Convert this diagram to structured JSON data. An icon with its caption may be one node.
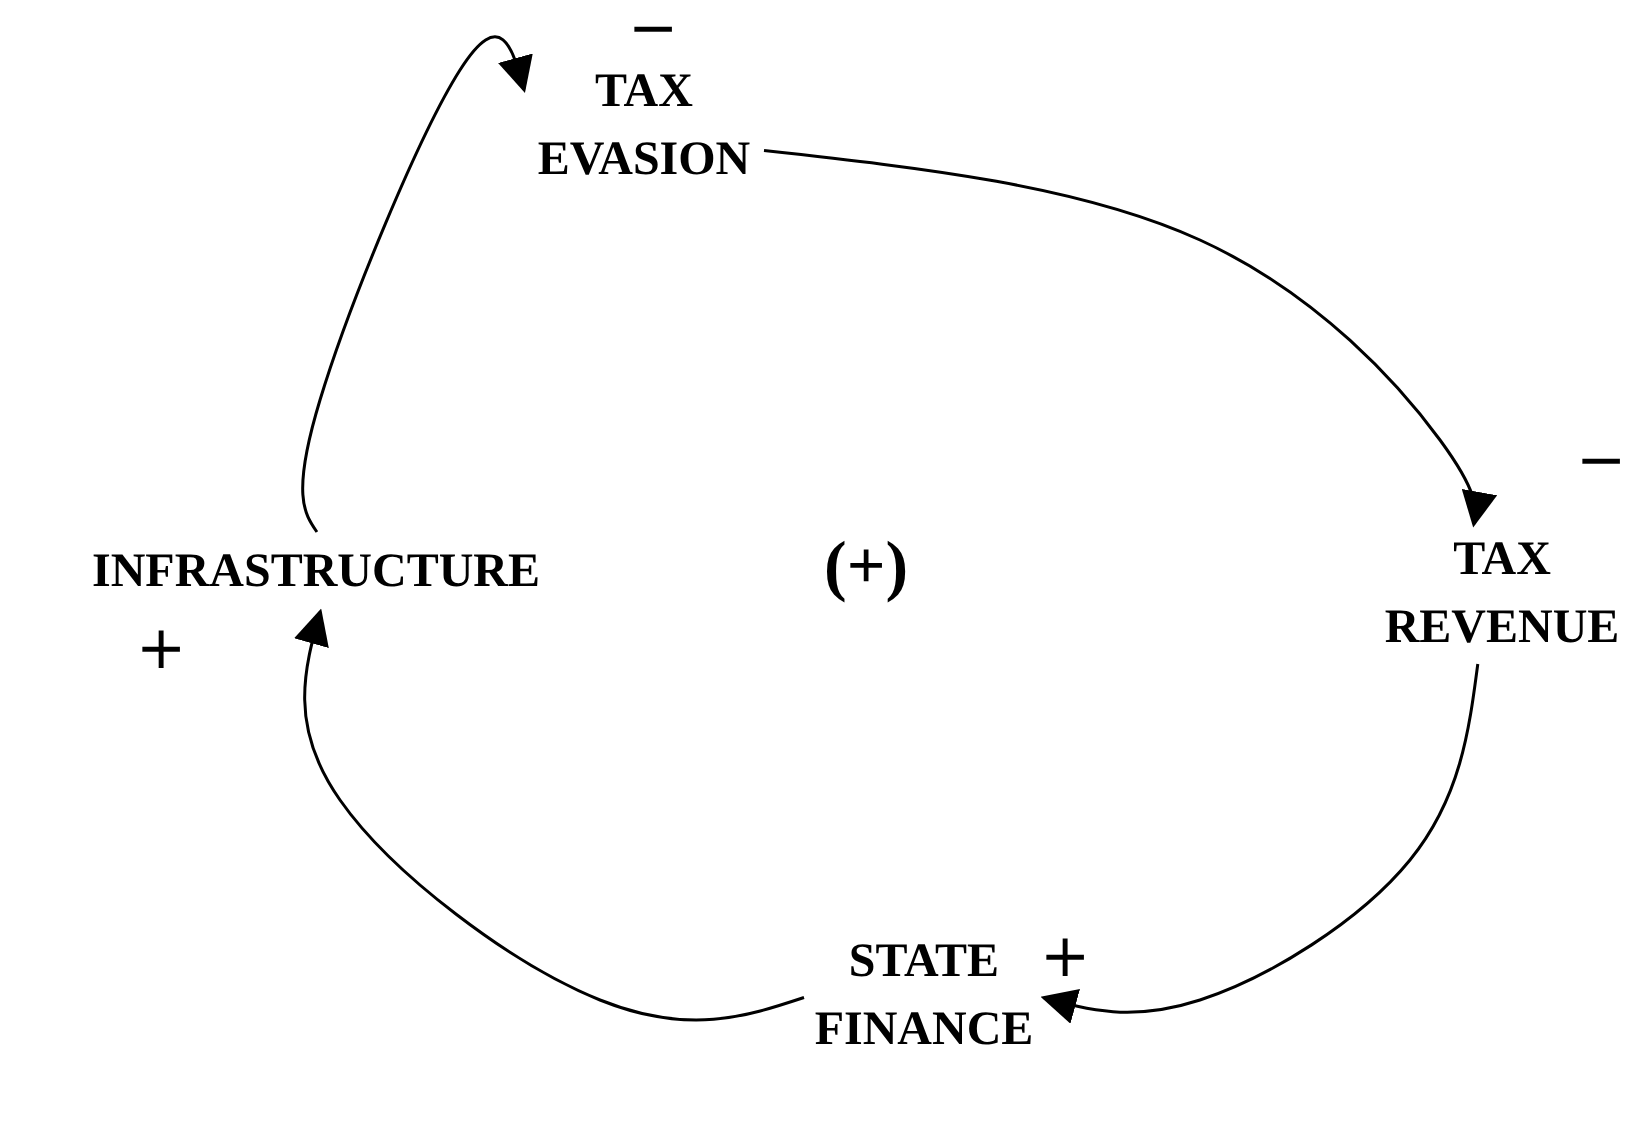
{
  "diagram": {
    "nodes": [
      {
        "text": [
          "TAX EVASION"
        ],
        "beside": [
          "−"
        ]
      },
      {
        "text": [
          "TAX REVENUE"
        ],
        "beside": [
          "−"
        ]
      },
      {
        "text": [
          "STATE FINANCE"
        ],
        "beside": [
          "+"
        ]
      },
      {
        "text": [
          "INFRASTRUCTURE"
        ],
        "beside": [
          "+"
        ]
      }
    ],
    "edges": [
      {
        "from": 0,
        "to": 1,
        "arrow": "to"
      },
      {
        "from": 1,
        "to": 2,
        "arrow": "to"
      },
      {
        "from": 2,
        "to": 3,
        "arrow": "to"
      },
      {
        "from": 3,
        "to": 0,
        "arrow": "to"
      }
    ],
    "labels": [
      "(+)"
    ]
  }
}
